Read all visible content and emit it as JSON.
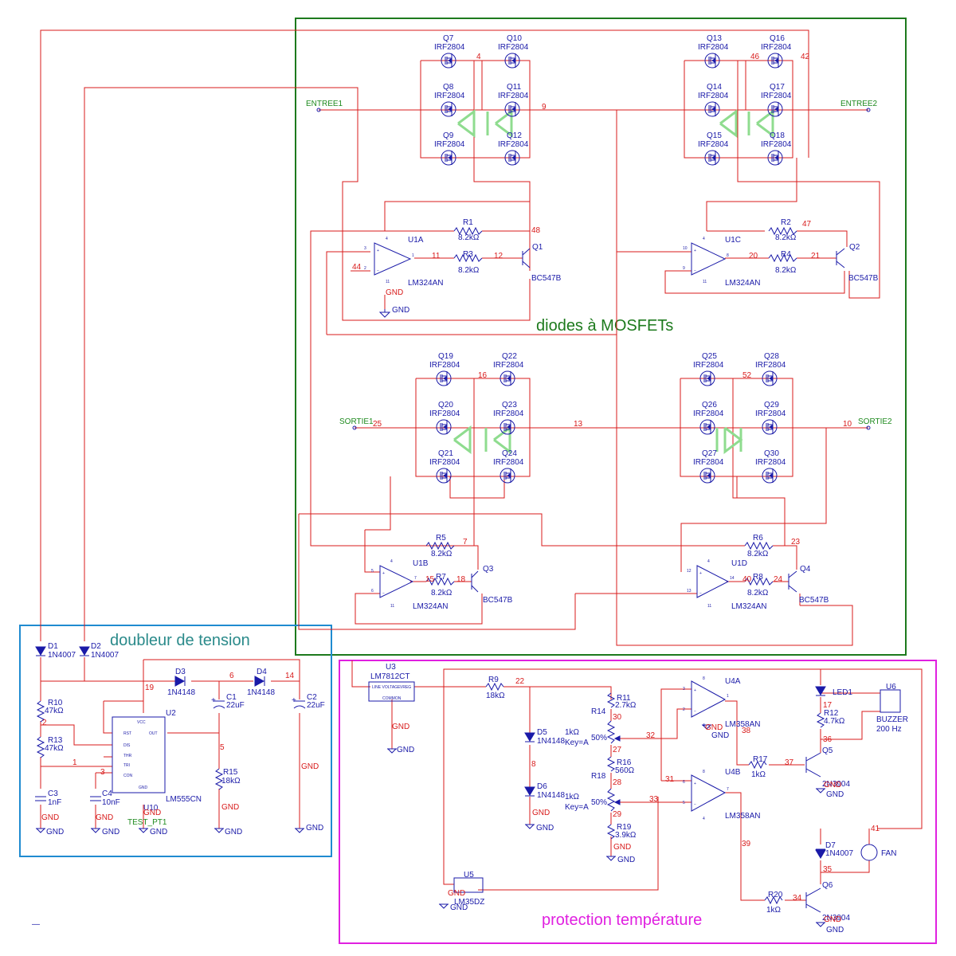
{
  "regions": {
    "mosfet_diodes": "diodes à MOSFETs",
    "voltage_doubler": "doubleur de tension",
    "temperature_protection": "protection température"
  },
  "ports": {
    "in1": "ENTREE1",
    "in2": "ENTREE2",
    "out1": "SORTIE1",
    "out2": "SORTIE2"
  },
  "mosfets": [
    {
      "ref": "Q7",
      "part": "IRF2804"
    },
    {
      "ref": "Q10",
      "part": "IRF2804"
    },
    {
      "ref": "Q8",
      "part": "IRF2804"
    },
    {
      "ref": "Q11",
      "part": "IRF2804"
    },
    {
      "ref": "Q9",
      "part": "IRF2804"
    },
    {
      "ref": "Q12",
      "part": "IRF2804"
    },
    {
      "ref": "Q13",
      "part": "IRF2804"
    },
    {
      "ref": "Q16",
      "part": "IRF2804"
    },
    {
      "ref": "Q14",
      "part": "IRF2804"
    },
    {
      "ref": "Q17",
      "part": "IRF2804"
    },
    {
      "ref": "Q15",
      "part": "IRF2804"
    },
    {
      "ref": "Q18",
      "part": "IRF2804"
    },
    {
      "ref": "Q19",
      "part": "IRF2804"
    },
    {
      "ref": "Q22",
      "part": "IRF2804"
    },
    {
      "ref": "Q20",
      "part": "IRF2804"
    },
    {
      "ref": "Q23",
      "part": "IRF2804"
    },
    {
      "ref": "Q21",
      "part": "IRF2804"
    },
    {
      "ref": "Q24",
      "part": "IRF2804"
    },
    {
      "ref": "Q25",
      "part": "IRF2804"
    },
    {
      "ref": "Q28",
      "part": "IRF2804"
    },
    {
      "ref": "Q26",
      "part": "IRF2804"
    },
    {
      "ref": "Q29",
      "part": "IRF2804"
    },
    {
      "ref": "Q27",
      "part": "IRF2804"
    },
    {
      "ref": "Q30",
      "part": "IRF2804"
    }
  ],
  "opamps": [
    {
      "ref": "U1A",
      "part": "LM324AN"
    },
    {
      "ref": "U1C",
      "part": "LM324AN"
    },
    {
      "ref": "U1B",
      "part": "LM324AN"
    },
    {
      "ref": "U1D",
      "part": "LM324AN"
    },
    {
      "ref": "U4A",
      "part": "LM358AN"
    },
    {
      "ref": "U4B",
      "part": "LM358AN"
    }
  ],
  "bjts": [
    {
      "ref": "Q1",
      "part": "BC547B"
    },
    {
      "ref": "Q2",
      "part": "BC547B"
    },
    {
      "ref": "Q3",
      "part": "BC547B"
    },
    {
      "ref": "Q4",
      "part": "BC547B"
    },
    {
      "ref": "Q5",
      "part": "2N3904"
    },
    {
      "ref": "Q6",
      "part": "2N3904"
    }
  ],
  "resistors": [
    {
      "ref": "R1",
      "value": "8.2kΩ"
    },
    {
      "ref": "R3",
      "value": "8.2kΩ"
    },
    {
      "ref": "R2",
      "value": "8.2kΩ"
    },
    {
      "ref": "R4",
      "value": "8.2kΩ"
    },
    {
      "ref": "R5",
      "value": "8.2kΩ"
    },
    {
      "ref": "R7",
      "value": "8.2kΩ"
    },
    {
      "ref": "R6",
      "value": "8.2kΩ"
    },
    {
      "ref": "R8",
      "value": "8.2kΩ"
    },
    {
      "ref": "R9",
      "value": "18kΩ"
    },
    {
      "ref": "R10",
      "value": "47kΩ"
    },
    {
      "ref": "R11",
      "value": "2.7kΩ"
    },
    {
      "ref": "R12",
      "value": "4.7kΩ"
    },
    {
      "ref": "R13",
      "value": "47kΩ"
    },
    {
      "ref": "R15",
      "value": "18kΩ"
    },
    {
      "ref": "R16",
      "value": "560Ω"
    },
    {
      "ref": "R17",
      "value": "1kΩ"
    },
    {
      "ref": "R19",
      "value": "3.9kΩ"
    },
    {
      "ref": "R20",
      "value": "1kΩ"
    }
  ],
  "potentiometers": [
    {
      "ref": "R14",
      "value": "1kΩ",
      "key": "Key=A",
      "setting": "50%"
    },
    {
      "ref": "R18",
      "value": "1kΩ",
      "key": "Key=A",
      "setting": "50%"
    }
  ],
  "diodes": [
    {
      "ref": "D1",
      "part": "1N4007"
    },
    {
      "ref": "D2",
      "part": "1N4007"
    },
    {
      "ref": "D3",
      "part": "1N4148"
    },
    {
      "ref": "D4",
      "part": "1N4148"
    },
    {
      "ref": "D5",
      "part": "1N4148"
    },
    {
      "ref": "D6",
      "part": "1N4148"
    },
    {
      "ref": "D7",
      "part": "1N4007"
    }
  ],
  "capacitors": [
    {
      "ref": "C1",
      "value": "22uF"
    },
    {
      "ref": "C2",
      "value": "22uF"
    },
    {
      "ref": "C3",
      "value": "1nF"
    },
    {
      "ref": "C4",
      "value": "10nF"
    }
  ],
  "ics": {
    "timer": {
      "ref": "U2",
      "part": "LM555CN",
      "pins": [
        "VCC",
        "RST",
        "DIS",
        "THR",
        "TRI",
        "CON",
        "OUT",
        "GND"
      ]
    },
    "regulator": {
      "ref": "U3",
      "part": "LM7812CT",
      "pins": [
        "LINE VOLTAGE",
        "VREG",
        "COMMON"
      ]
    },
    "sensor": {
      "ref": "U5",
      "part": "LM35DZ"
    },
    "buzzer": {
      "ref": "U6",
      "part": "BUZZER",
      "freq": "200 Hz"
    },
    "testpoint": {
      "ref": "U10",
      "part": "TEST_PT1"
    }
  },
  "misc": {
    "led": "LED1",
    "fan": "FAN",
    "gnd": "GND"
  },
  "nets": [
    "4",
    "9",
    "46",
    "42",
    "48",
    "44",
    "11",
    "12",
    "47",
    "20",
    "21",
    "16",
    "25",
    "13",
    "10",
    "52",
    "7",
    "15",
    "18",
    "23",
    "40",
    "24",
    "19",
    "6",
    "14",
    "2",
    "1",
    "3",
    "5",
    "22",
    "8",
    "30",
    "27",
    "28",
    "29",
    "32",
    "33",
    "31",
    "38",
    "37",
    "17",
    "36",
    "39",
    "41",
    "35",
    "34"
  ]
}
